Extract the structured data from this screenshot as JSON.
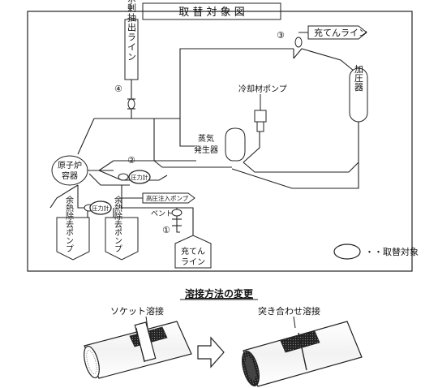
{
  "diagram": {
    "title": "取 替 対 象 図",
    "labels": {
      "surplus_line": "余剰抽出ライン",
      "charging_line_top": "充てんライン",
      "pressurizer": "加圧器",
      "coolant_pump": "冷却材ポンプ",
      "steam_generator_1": "蒸気",
      "steam_generator_2": "発生器",
      "reactor_vessel_1": "原子炉",
      "reactor_vessel_2": "容器",
      "pressure_gauge_1": "圧力計",
      "pressure_gauge_2": "圧力計",
      "hp_injection_pump": "高圧注入ポンプ",
      "vent": "ベント",
      "rhr_pump": "余熱除去ポンプ",
      "charging_line_bottom_1": "充てん",
      "charging_line_bottom_2": "ライン",
      "legend": "・・取替対象"
    },
    "markers": [
      "①",
      "②",
      "③",
      "④"
    ]
  },
  "weld_section": {
    "title": "溶接方法の変更",
    "socket_weld": "ソケット溶接",
    "butt_weld": "突き合わせ溶接"
  }
}
